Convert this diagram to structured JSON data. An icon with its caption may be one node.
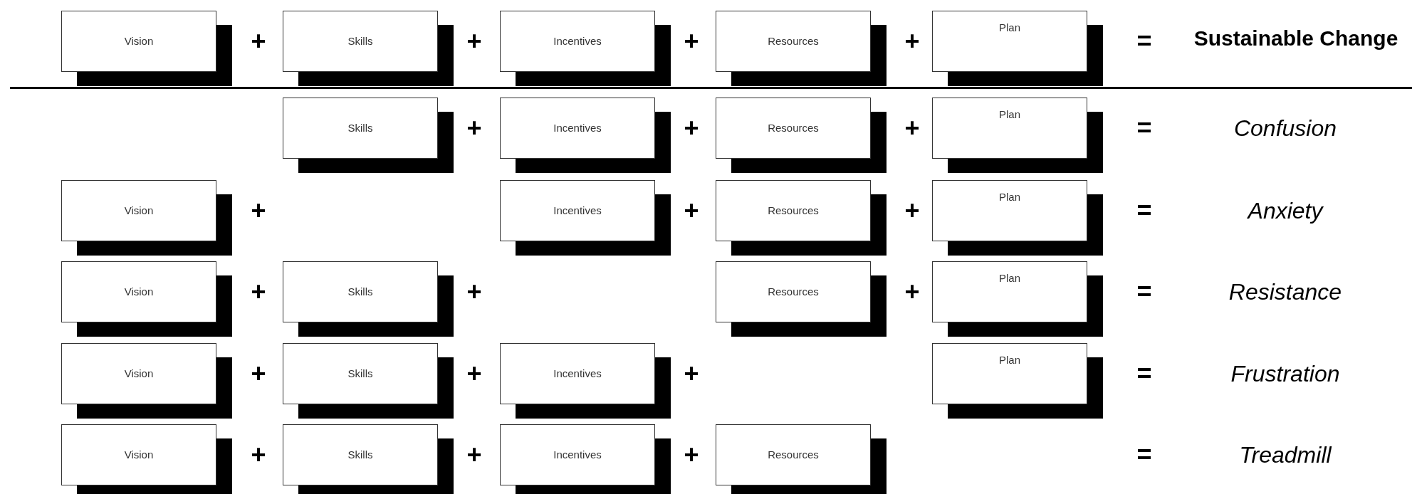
{
  "diagram": {
    "nodes": [
      {
        "text": [
          "Vision"
        ]
      },
      {
        "text": [
          "Skills"
        ]
      },
      {
        "text": [
          "Incentives"
        ]
      },
      {
        "text": [
          "Resources"
        ]
      },
      {
        "text": [
          "Plan"
        ]
      },
      {
        "text": [
          "Skills"
        ]
      },
      {
        "text": [
          "Incentives"
        ]
      },
      {
        "text": [
          "Resources"
        ]
      },
      {
        "text": [
          "Plan"
        ]
      },
      {
        "text": [
          "Vision"
        ]
      },
      {
        "text": [
          "Incentives"
        ]
      },
      {
        "text": [
          "Resources"
        ]
      },
      {
        "text": [
          "Plan"
        ]
      },
      {
        "text": [
          "Vision"
        ]
      },
      {
        "text": [
          "Skills"
        ]
      },
      {
        "text": [
          "Resources"
        ]
      },
      {
        "text": [
          "Plan"
        ]
      },
      {
        "text": [
          "Vision"
        ]
      },
      {
        "text": [
          "Skills"
        ]
      },
      {
        "text": [
          "Incentives"
        ]
      },
      {
        "text": [
          "Plan"
        ]
      },
      {
        "text": [
          "Vision"
        ]
      },
      {
        "text": [
          "Skills"
        ]
      },
      {
        "text": [
          "Incentives"
        ]
      },
      {
        "text": [
          "Resources"
        ]
      }
    ],
    "edges": [],
    "labels": [
      "+",
      "+",
      "+",
      "+",
      "=",
      "Sustainable Change",
      "+",
      "+",
      "+",
      "=",
      "Confusion",
      "+",
      "+",
      "+",
      "=",
      "Anxiety",
      "+",
      "+",
      "+",
      "=",
      "Resistance",
      "+",
      "+",
      "+",
      "=",
      "Frustration",
      "+",
      "+",
      "+",
      "=",
      "Treadmill"
    ]
  }
}
